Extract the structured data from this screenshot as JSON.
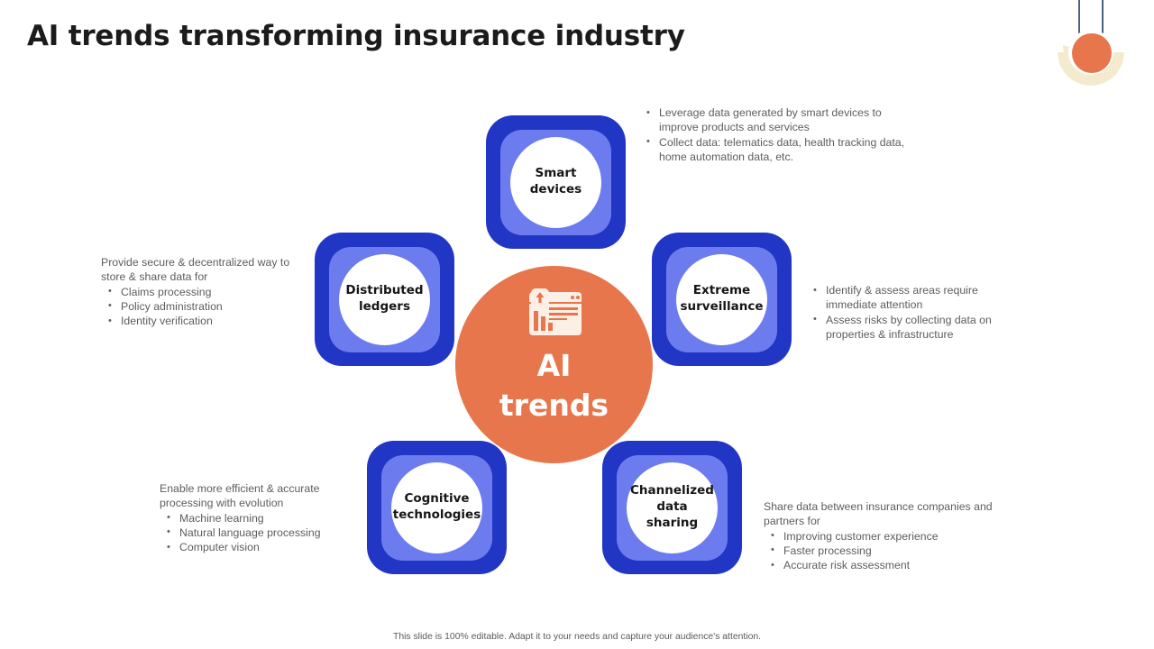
{
  "slide": {
    "title": "AI trends transforming insurance industry",
    "footer": "This slide is 100% editable. Adapt it to your needs and capture your audience's attention.",
    "center": {
      "label": "AI\ntrends",
      "label_line1": "AI",
      "label_line2": "trends",
      "icon": "browser-bar-chart-growth-icon",
      "color": "#E8764C"
    },
    "colors": {
      "node_outer": "#2236C6",
      "node_inner": "#6C7CEF",
      "node_disc": "#FFFFFF",
      "accent_orange": "#E8764C",
      "deco_navy": "#1F3864",
      "deco_cream": "#F4EBCF",
      "title_text": "#1B1B1B",
      "body_text": "#5D5D5D"
    },
    "decoration": {
      "name": "hanging-circle-arc-decoration",
      "strings": 2,
      "circle_color": "#E8764C",
      "arc_color": "#F4EBCF",
      "string_color": "#1F3864"
    }
  },
  "nodes": [
    {
      "id": "smart",
      "label_line1": "Smart",
      "label_line2": "devices"
    },
    {
      "id": "distributed",
      "label_line1": "Distributed",
      "label_line2": "ledgers"
    },
    {
      "id": "extreme",
      "label_line1": "Extreme",
      "label_line2": "surveillance"
    },
    {
      "id": "cognitive",
      "label_line1": "Cognitive",
      "label_line2": "technologies"
    },
    {
      "id": "channelized",
      "label_line1": "Channelized",
      "label_line2": "data sharing"
    }
  ],
  "text_blocks": {
    "smart": {
      "style": "chevron",
      "items": [
        "Leverage  data generated by smart devices to improve  products and services",
        "Collect data: telematics data, health tracking data, home automation data, etc."
      ]
    },
    "distributed": {
      "style": "lead-bullets",
      "lead": "Provide  secure & decentralized way to store & share data for",
      "bullets": [
        "Claims processing",
        "Policy administration",
        "Identity verification"
      ]
    },
    "extreme": {
      "style": "chevron",
      "items": [
        "Identify & assess areas require immediate attention",
        "Assess risks by collecting data on properties & infrastructure"
      ]
    },
    "cognitive": {
      "style": "lead-bullets",
      "lead": "Enable more efficient & accurate processing with evolution",
      "bullets": [
        "Machine learning",
        "Natural language processing",
        "Computer vision"
      ]
    },
    "channelized": {
      "style": "lead-bullets",
      "lead": "Share data between  insurance companies and partners for",
      "bullets": [
        "Improving  customer experience",
        "Faster processing",
        "Accurate risk assessment"
      ]
    }
  }
}
